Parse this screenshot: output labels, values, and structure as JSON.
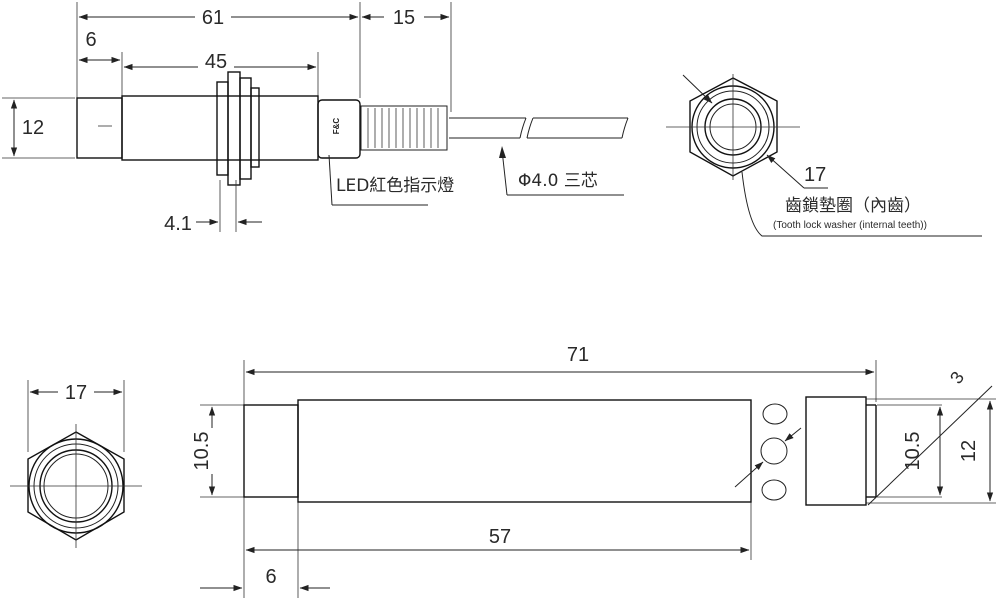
{
  "top_view": {
    "dim_total": "61",
    "dim_cable": "15",
    "dim_tip": "6",
    "dim_thread": "45",
    "dim_diameter": "12",
    "dim_nut": "4.1",
    "brand": "F&C",
    "led_label": "LED紅色指示燈",
    "cable_label": "Φ4.0 三芯"
  },
  "nut_view": {
    "dim_across_flats": "17",
    "washer_label_cn": "齒鎖墊圈（內齒）",
    "washer_label_en": "(Tooth lock washer (internal teeth))"
  },
  "end_view": {
    "dim_across_flats": "17"
  },
  "bottom_view": {
    "dim_total": "71",
    "dim_body": "57",
    "dim_tip": "6",
    "dim_tip_diameter": "10.5",
    "dim_right_inner": "10.5",
    "dim_right_outer": "12",
    "dim_hole": "3"
  }
}
